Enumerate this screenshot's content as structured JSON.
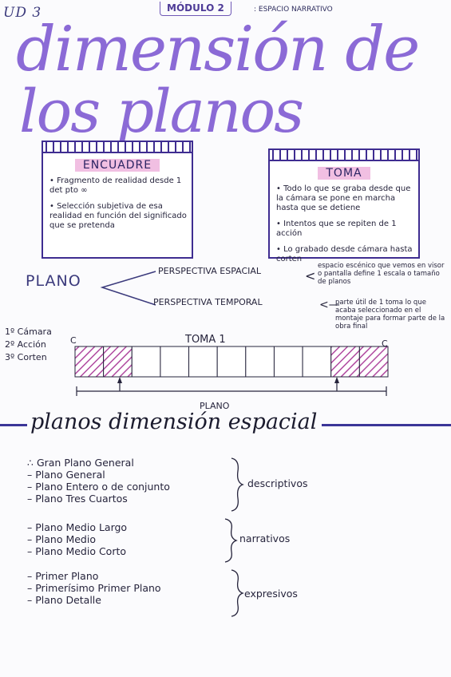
{
  "header": {
    "unit": "UD 3",
    "module": "MÓDULO 2",
    "subtitle": ": ESPACIO NARRATIVO"
  },
  "title": {
    "line1": "dimensión de",
    "line2": "los planos"
  },
  "encuadre": {
    "heading": "ENCUADRE",
    "points": [
      "Fragmento de realidad desde 1 det pto ∞",
      "Selección subjetiva de esa realidad en función del significado que se pretenda"
    ]
  },
  "toma_card": {
    "heading": "TOMA",
    "points": [
      "Todo lo que se graba desde que la cámara se pone en marcha hasta que se detiene",
      "Intentos que se repiten de 1 acción",
      "Lo grabado desde cámara hasta corten"
    ]
  },
  "plano_map": {
    "root": "PLANO",
    "branches": [
      {
        "label": "PERSPECTIVA ESPACIAL",
        "note": "espacio escénico que vemos en visor o pantalla define 1 escala o tamaño de planos"
      },
      {
        "label": "PERSPECTIVA TEMPORAL",
        "note": "parte útil de 1 toma lo que acaba seleccionado en el montaje para formar parte de la obra final"
      }
    ]
  },
  "timeline": {
    "steps": [
      "1º Cámara",
      "2º Acción",
      "3º Corten"
    ],
    "label_left": "C",
    "label_right": "C",
    "title": "TOMA 1",
    "bottom_label": "PLANO",
    "cells": 11,
    "hatched_start_cells": 2,
    "hatched_end_cells": 2
  },
  "section": {
    "title": "planos dimensión espacial"
  },
  "groups": [
    {
      "items": [
        "Gran Plano General",
        "Plano General",
        "Plano Entero o de conjunto",
        "Plano Tres Cuartos"
      ],
      "label": "descriptivos"
    },
    {
      "items": [
        "Plano Medio Largo",
        "Plano Medio",
        "Plano Medio Corto"
      ],
      "label": "narrativos"
    },
    {
      "items": [
        "Primer Plano",
        "Primerísimo Primer Plano",
        "Plano Detalle"
      ],
      "label": "expresivos"
    }
  ],
  "colors": {
    "accent_purple": "#8b6ad6",
    "ink_navy": "#3f2d91",
    "highlight_pink": "#f1bfe2",
    "hatch_magenta": "#b04aa0"
  }
}
